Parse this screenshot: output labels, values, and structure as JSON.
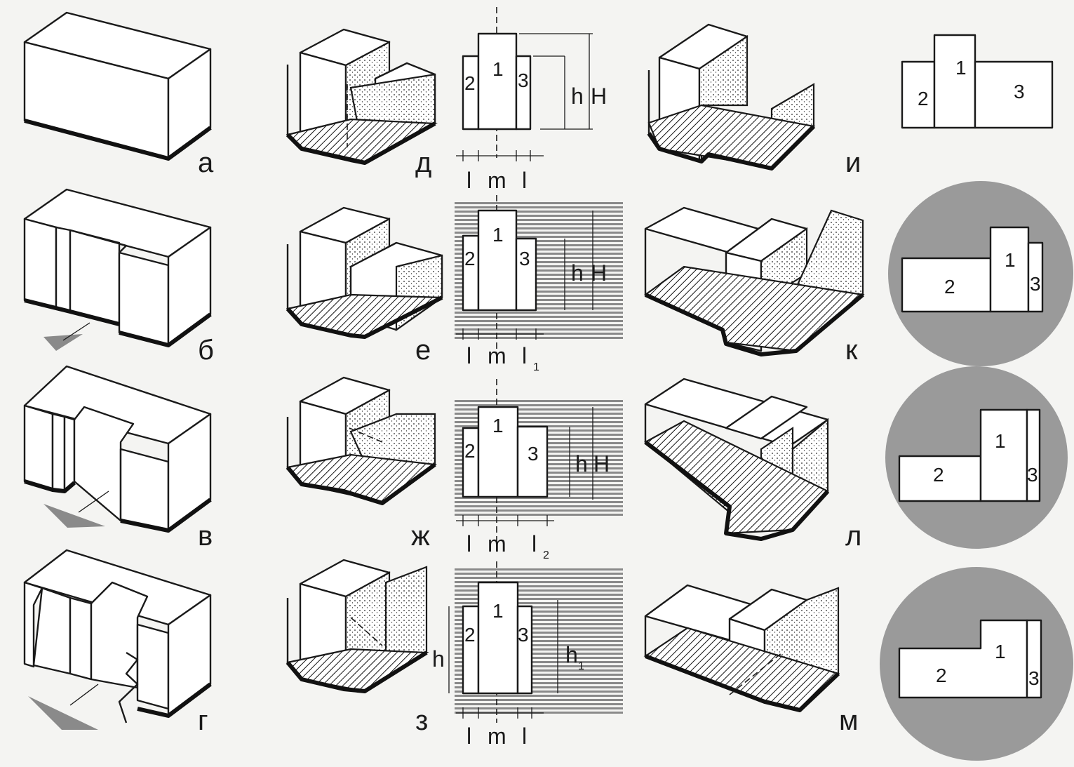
{
  "rows": [
    {
      "left_label": "а",
      "mid_label": "д",
      "right_label": "и"
    },
    {
      "left_label": "б",
      "mid_label": "е",
      "right_label": "к"
    },
    {
      "left_label": "в",
      "mid_label": "ж",
      "right_label": "л"
    },
    {
      "left_label": "г",
      "mid_label": "з",
      "right_label": "м"
    }
  ],
  "elevations": [
    {
      "parts": [
        "1",
        "2",
        "3"
      ],
      "dims": {
        "h": "h",
        "H": "H",
        "l": "l",
        "m": "m",
        "r": "l"
      }
    },
    {
      "parts": [
        "1",
        "2",
        "3"
      ],
      "dims": {
        "h": "h",
        "H": "H",
        "l": "l",
        "m": "m",
        "r": "l",
        "r_sub": "1"
      }
    },
    {
      "parts": [
        "1",
        "2",
        "3"
      ],
      "dims": {
        "h": "h",
        "H": "H",
        "l": "l",
        "m": "m",
        "r": "l",
        "r_sub": "2"
      }
    },
    {
      "parts": [
        "1",
        "2",
        "3"
      ],
      "dims": {
        "h": "h",
        "h1": "h",
        "h1_sub": "1",
        "l": "l",
        "m": "m",
        "r": "l"
      }
    }
  ],
  "plans": [
    {
      "parts": [
        "1",
        "2",
        "3"
      ]
    },
    {
      "parts": [
        "1",
        "2",
        "3"
      ]
    },
    {
      "parts": [
        "1",
        "2",
        "3"
      ]
    },
    {
      "parts": [
        "1",
        "2",
        "3"
      ]
    }
  ]
}
